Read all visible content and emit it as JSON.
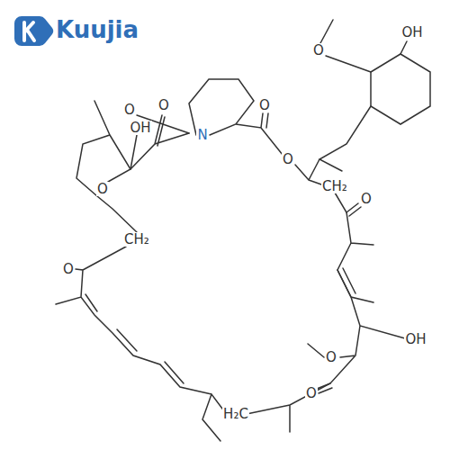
{
  "diagram": {
    "labels": [
      "Kuujia",
      "O",
      "OH",
      "O",
      "O",
      "OH",
      "N",
      "O",
      "O",
      "CH₂",
      "O",
      "O",
      "CH₂",
      "O",
      "OH",
      "O",
      "O",
      "H₂C"
    ]
  }
}
